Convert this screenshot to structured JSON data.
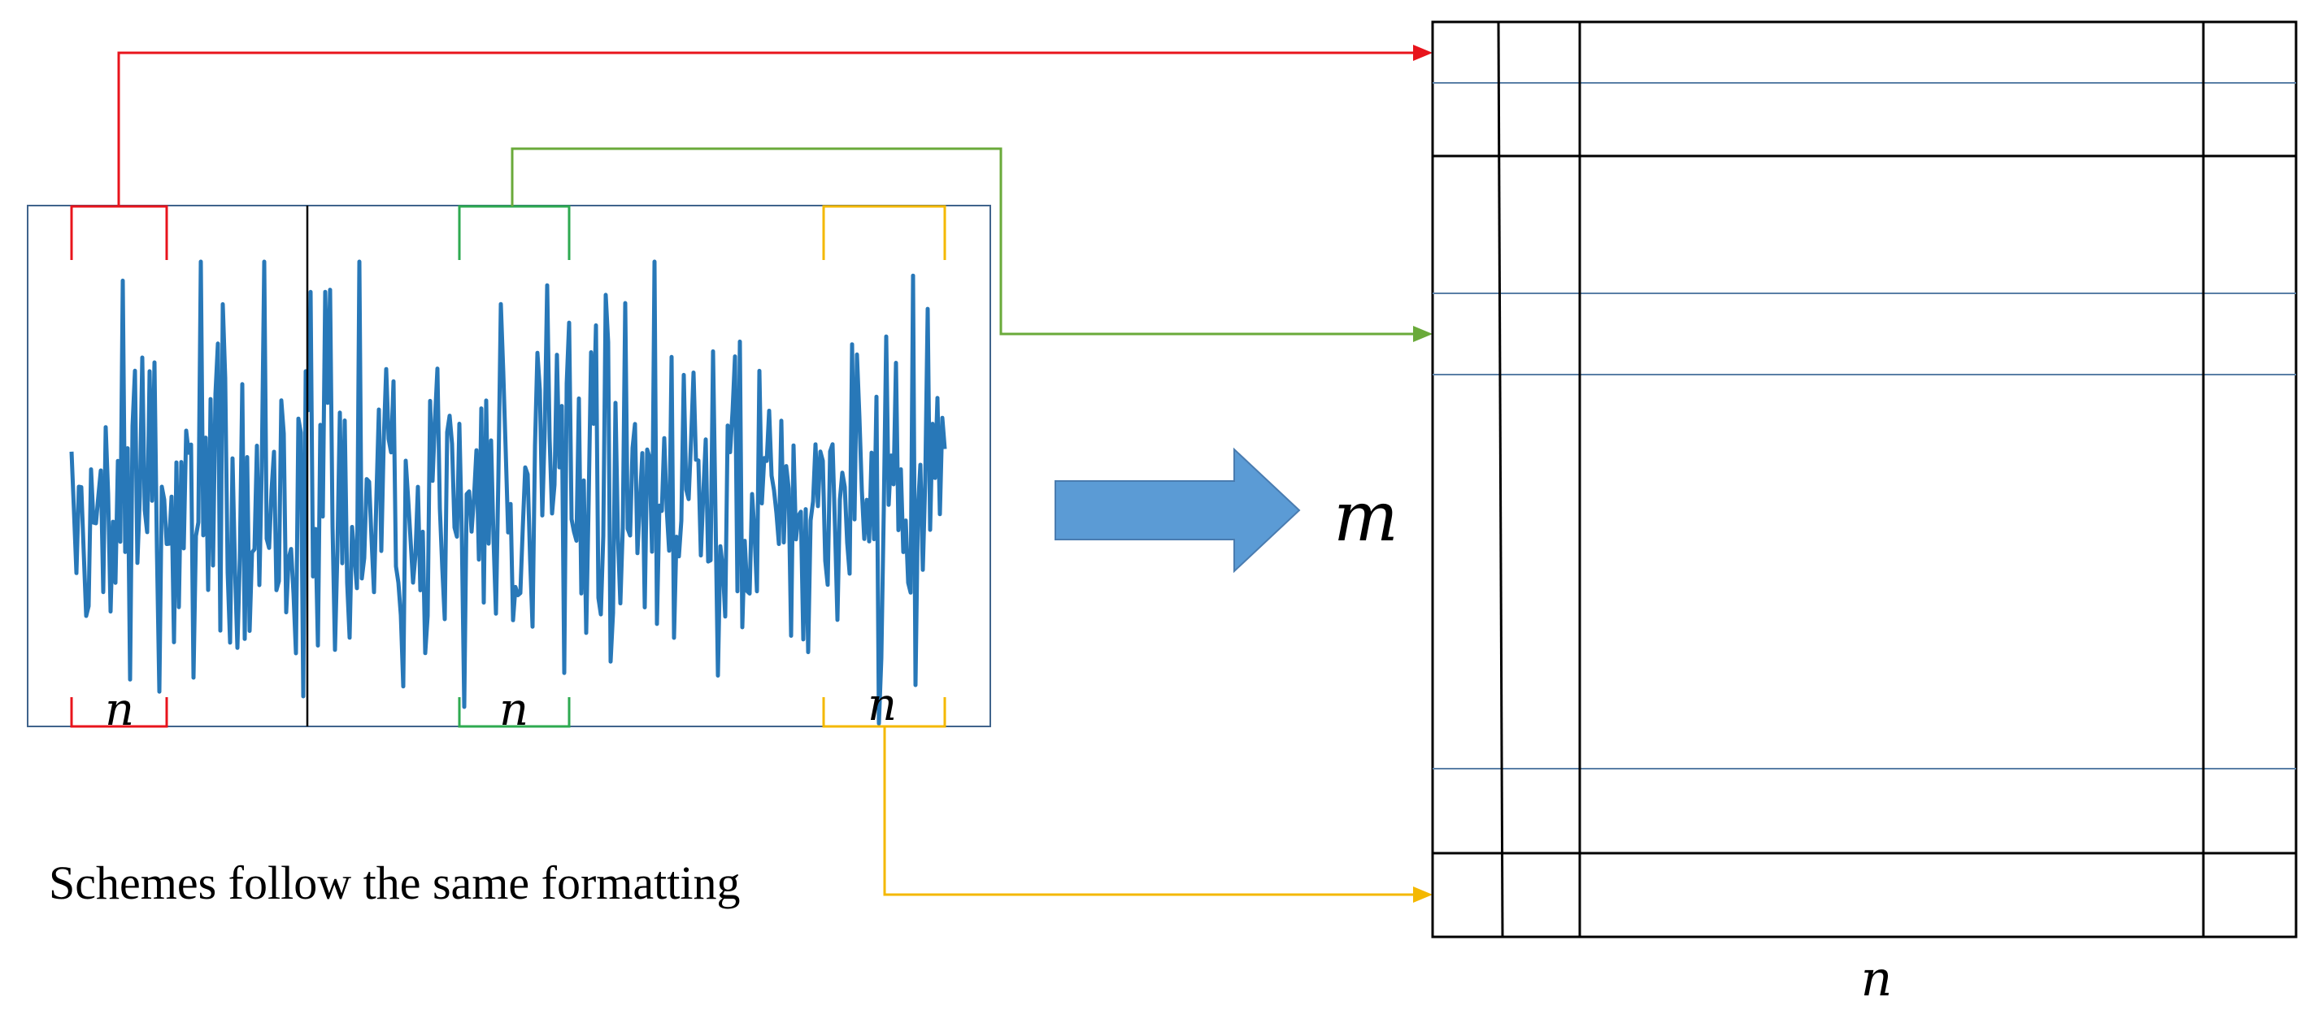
{
  "labels": {
    "window_n_1": "n",
    "window_n_2": "n",
    "window_n_3": "n",
    "rows": "m",
    "cols": "n",
    "caption": "Schemes follow the same formatting"
  },
  "colors": {
    "signal": "#2878b8",
    "frame": "#40648c",
    "window_1": "#e8141c",
    "window_2": "#2eaa50",
    "window_3": "#f4b800",
    "arrow_green": "#6aaa3a",
    "big_arrow": "#5b9bd5",
    "big_arrow_stroke": "#4a7cb0",
    "matrix_line": "#000000",
    "matrix_row_line": "#5a7fa6"
  },
  "icons": {
    "mapping_arrow": "right-block-arrow-icon"
  }
}
